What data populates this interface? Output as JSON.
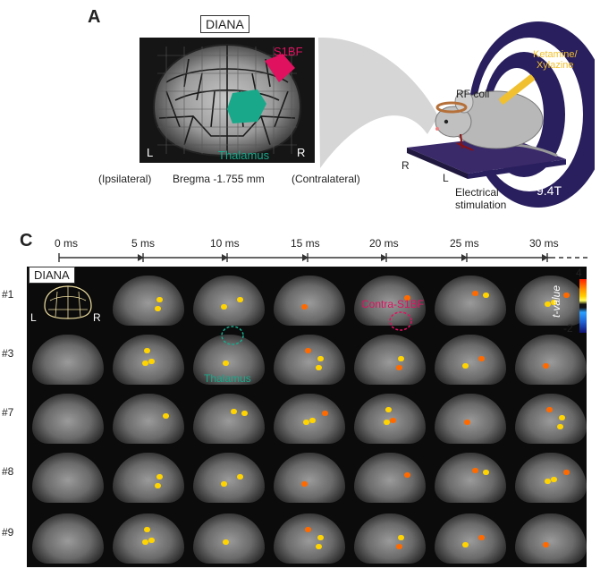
{
  "panel_a": {
    "letter": "A",
    "diana_label": "DIANA",
    "s1bf_label": "S1BF",
    "thalamus_label": "Thalamus",
    "left_label": "L",
    "right_label": "R",
    "ipsilateral": "(Ipsilateral)",
    "bregma": "Bregma -1.755 mm",
    "contralateral": "(Contralateral)",
    "rf_coil": "RF coil",
    "drug": "Ketamine/\nXylazine",
    "drug_line1": "Ketamine/",
    "drug_line2": "Xylazine",
    "stage_r": "R",
    "stage_l": "L",
    "stim_line1": "Electrical",
    "stim_line2": "stimulation",
    "field": "9.4T",
    "colors": {
      "s1bf": "#e0115f",
      "thalamus": "#1aa88a",
      "magnet": "#2a1f5e"
    }
  },
  "panel_c": {
    "letter": "C",
    "diana_label": "DIANA",
    "left_label": "L",
    "right_label": "R",
    "times": [
      "0 ms",
      "5 ms",
      "10 ms",
      "15 ms",
      "20 ms",
      "25 ms",
      "30 ms"
    ],
    "rows": [
      "#1",
      "#3",
      "#7",
      "#8",
      "#9"
    ],
    "thalamus_annot": "Thalamus",
    "contra_annot": "Contra-S1BF",
    "colorbar": {
      "max": "4",
      "min": "-2",
      "label": "t-value"
    },
    "colors": {
      "thalamus": "#1aa88a",
      "contra": "#e0115f"
    }
  }
}
